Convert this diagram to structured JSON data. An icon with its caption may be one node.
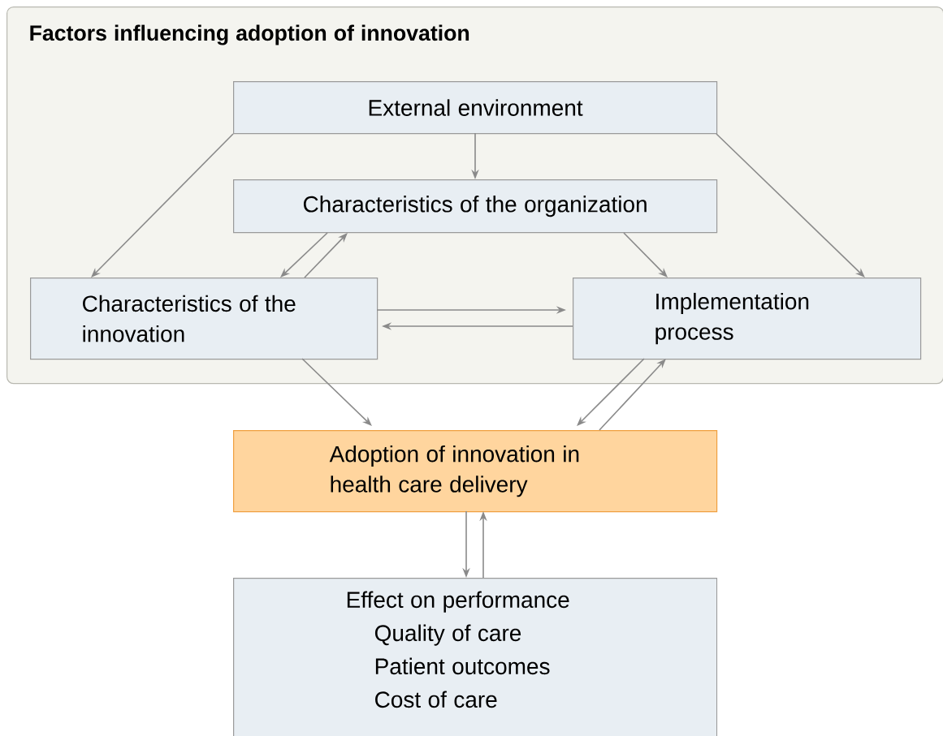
{
  "diagram": {
    "nodes": [
      {
        "text": [
          "Factors influencing adoption of innovation"
        ]
      },
      {
        "text": [
          "External environment"
        ],
        "in": 0
      },
      {
        "text": [
          "Characteristics of the organization"
        ],
        "in": 0
      },
      {
        "text": [
          "Characteristics of the innovation"
        ],
        "in": 0
      },
      {
        "text": [
          "Implementation process"
        ],
        "in": 0
      },
      {
        "text": [
          "Adoption of innovation in health care delivery"
        ]
      },
      {
        "text": [
          "Effect on performance",
          "Quality of care",
          "Patient outcomes",
          "Cost of care"
        ]
      }
    ],
    "edges": [
      {
        "from": 1,
        "to": 2,
        "arrow": "to"
      },
      {
        "from": 1,
        "to": 3,
        "arrow": "to"
      },
      {
        "from": 1,
        "to": 4,
        "arrow": "to"
      },
      {
        "from": 2,
        "to": 3,
        "arrow": "to"
      },
      {
        "from": 3,
        "to": 2,
        "arrow": "to"
      },
      {
        "from": 2,
        "to": 4,
        "arrow": "to"
      },
      {
        "from": 3,
        "to": 4,
        "arrow": "to"
      },
      {
        "from": 4,
        "to": 3,
        "arrow": "to"
      },
      {
        "from": 3,
        "to": 5,
        "arrow": "to"
      },
      {
        "from": 4,
        "to": 5,
        "arrow": "to"
      },
      {
        "from": 5,
        "to": 4,
        "arrow": "to"
      },
      {
        "from": 5,
        "to": 6,
        "arrow": "to"
      },
      {
        "from": 6,
        "to": 5,
        "arrow": "to"
      }
    ]
  }
}
